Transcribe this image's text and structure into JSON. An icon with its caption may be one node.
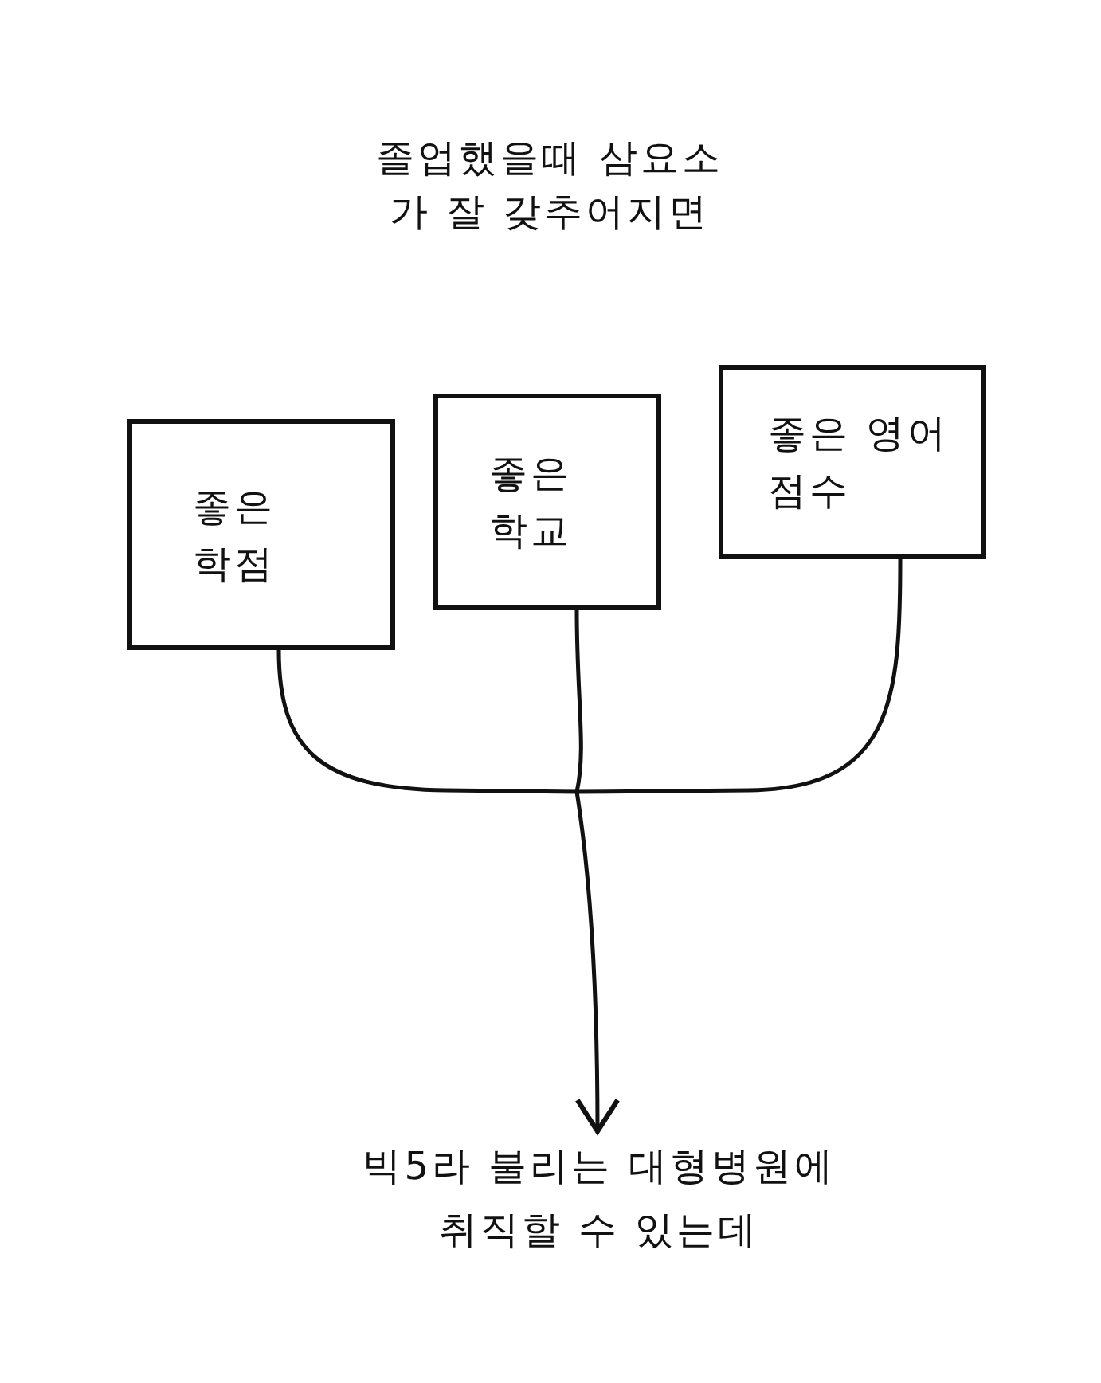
{
  "diagram": {
    "title": "졸업했을때 삼요소가 잘 갖추어지면",
    "nodes": [
      {
        "text": [
          "좋은 학점"
        ]
      },
      {
        "text": [
          "좋은 학교"
        ]
      },
      {
        "text": [
          "좋은 영어점수"
        ]
      },
      {
        "text": [
          "빅5라 불리는 대형병원에 취직할 수 있는데"
        ]
      }
    ],
    "edges": [
      {
        "from": 0,
        "to": 3,
        "arrow": "to"
      },
      {
        "from": 1,
        "to": 3,
        "arrow": "to"
      },
      {
        "from": 2,
        "to": 3,
        "arrow": "to"
      }
    ]
  }
}
